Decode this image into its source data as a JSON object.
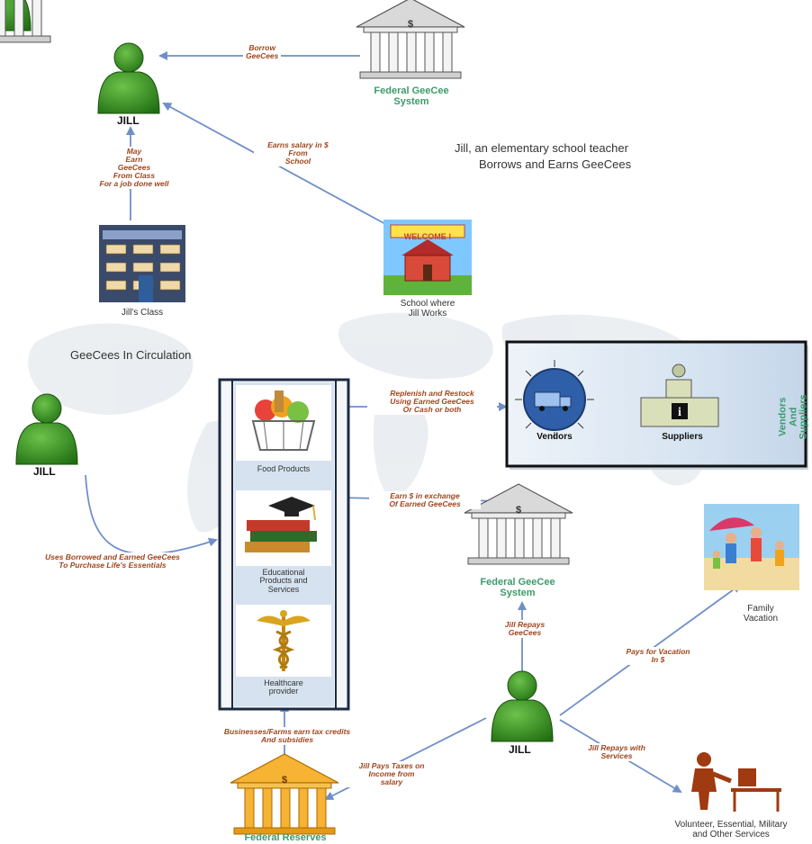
{
  "colors": {
    "accent_green": "#3d9a6b",
    "label_brown": "#a0461e",
    "arrow_blue": "#6f8fc8",
    "person_green": "#2f8a1e",
    "federal_orange": "#f0a21c",
    "vendors_panel": "#d7e4f1"
  },
  "headline": {
    "line1": "Jill, an elementary school teacher",
    "line2": "Borrows and Earns GeeCees"
  },
  "section_title": "GeeCees In Circulation",
  "people": {
    "jill_top": "JILL",
    "jill_left": "JILL",
    "jill_bottom": "JILL"
  },
  "institutions": {
    "federal_top": "Federal GeeCee\nSystem",
    "federal_mid": "Federal GeeCee\nSystem",
    "federal_reserves": "Federal Reserves",
    "dollar_sign": "$"
  },
  "captions": {
    "class": "Jill's Class",
    "school": "School where\nJill Works",
    "school_sign": "WELCOME !",
    "food": "Food Products",
    "education": "Educational\nProducts and\nServices",
    "healthcare": "Healthcare\nprovider",
    "family": "Family\nVacation",
    "services": "Volunteer, Essential, Military\nand Other Services",
    "vendors": "Vendors",
    "suppliers": "Suppliers",
    "vendors_vertical": "Vendors\nAnd\nSuppliers"
  },
  "flow_labels": {
    "borrow": "Borrow\nGeeCees",
    "earn_class": "May\nEarn\nGeeCees\nFrom Class\nFor a job done well",
    "earn_salary": "Earns salary in $\nFrom\nSchool",
    "uses": "Uses Borrowed and Earned GeeCees\nTo Purchase Life's Essentials",
    "replenish": "Replenish and Restock\nUsing Earned GeeCees\nOr Cash or both",
    "earn_exchange": "Earn $ in exchange\nOf Earned GeeCees",
    "repays_geecees": "Jill Repays\nGeeCees",
    "pays_vacation": "Pays for Vacation\nIn $",
    "repays_services": "Jill Repays with\nServices",
    "taxes": "Jill Pays Taxes on\nIncome from\nsalary",
    "tax_credits": "Businesses/Farms earn tax credits\nAnd subsidies"
  },
  "icons": [
    "person-icon",
    "bank-building-icon",
    "classroom-icon",
    "school-house-icon",
    "grocery-basket-icon",
    "books-graduation-cap-icon",
    "caduceus-icon",
    "delivery-truck-icon",
    "supplier-desk-icon",
    "beach-family-icon",
    "volunteer-worker-icon"
  ]
}
